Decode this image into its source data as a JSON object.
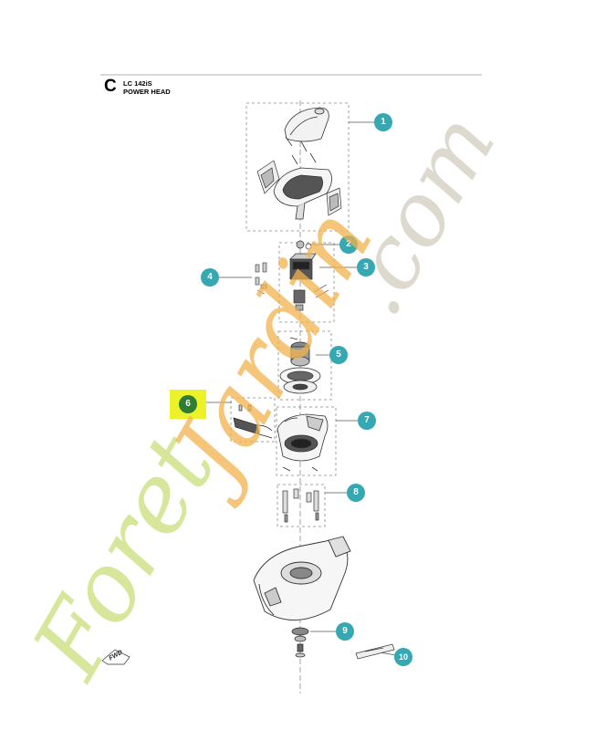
{
  "header": {
    "section_letter": "C",
    "model": "LC 142iS",
    "title": "POWER HEAD"
  },
  "callouts": [
    {
      "id": "c1",
      "label": "1",
      "color": "#35a8b2"
    },
    {
      "id": "c2",
      "label": "2",
      "color": "#35a8b2"
    },
    {
      "id": "c3",
      "label": "3",
      "color": "#35a8b2"
    },
    {
      "id": "c4",
      "label": "4",
      "color": "#35a8b2"
    },
    {
      "id": "c5",
      "label": "5",
      "color": "#35a8b2"
    },
    {
      "id": "c6",
      "label": "6",
      "color": "#2e7d32",
      "highlight": "#ecf22a"
    },
    {
      "id": "c7",
      "label": "7",
      "color": "#35a8b2"
    },
    {
      "id": "c8",
      "label": "8",
      "color": "#35a8b2"
    },
    {
      "id": "c9",
      "label": "9",
      "color": "#35a8b2"
    },
    {
      "id": "c10",
      "label": "10",
      "color": "#35a8b2"
    }
  ],
  "fwd_label": "FWD",
  "watermark": {
    "part1": "Foret",
    "part2": "Jardin",
    "part3": ".com",
    "color_green": "#c9e07a",
    "color_orange": "#f2b24d",
    "color_grey": "#d3cdc0"
  }
}
